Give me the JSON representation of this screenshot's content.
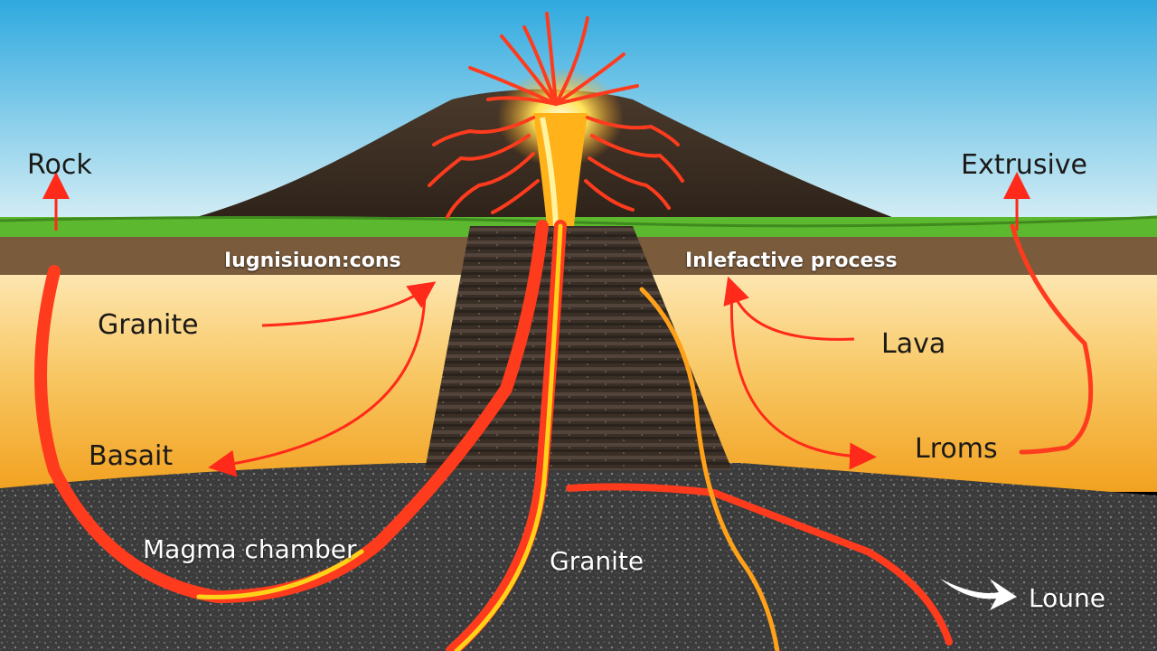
{
  "labels": {
    "rock": "Rock",
    "extrusive": "Extrusive",
    "strip_left": "Iugnisiuon:cons",
    "strip_right": "Inlefactive process",
    "granite_left": "Granite",
    "basalt": "Basait",
    "lava": "Lava",
    "lroms": "Lroms",
    "magma_chamber": "Magma chamber",
    "granite_bottom": "Granite",
    "loune": "Loune"
  },
  "colors": {
    "sky_top": "#2fa9df",
    "sky_bottom": "#dff2f6",
    "grass": "#5cb82e",
    "soil": "#7a5b3c",
    "sand_top": "#fde6b0",
    "sand_bottom": "#f2a11f",
    "mantle": "#3a3a3a",
    "lava": "#ff3b1e",
    "lava_core": "#ffd21a"
  }
}
